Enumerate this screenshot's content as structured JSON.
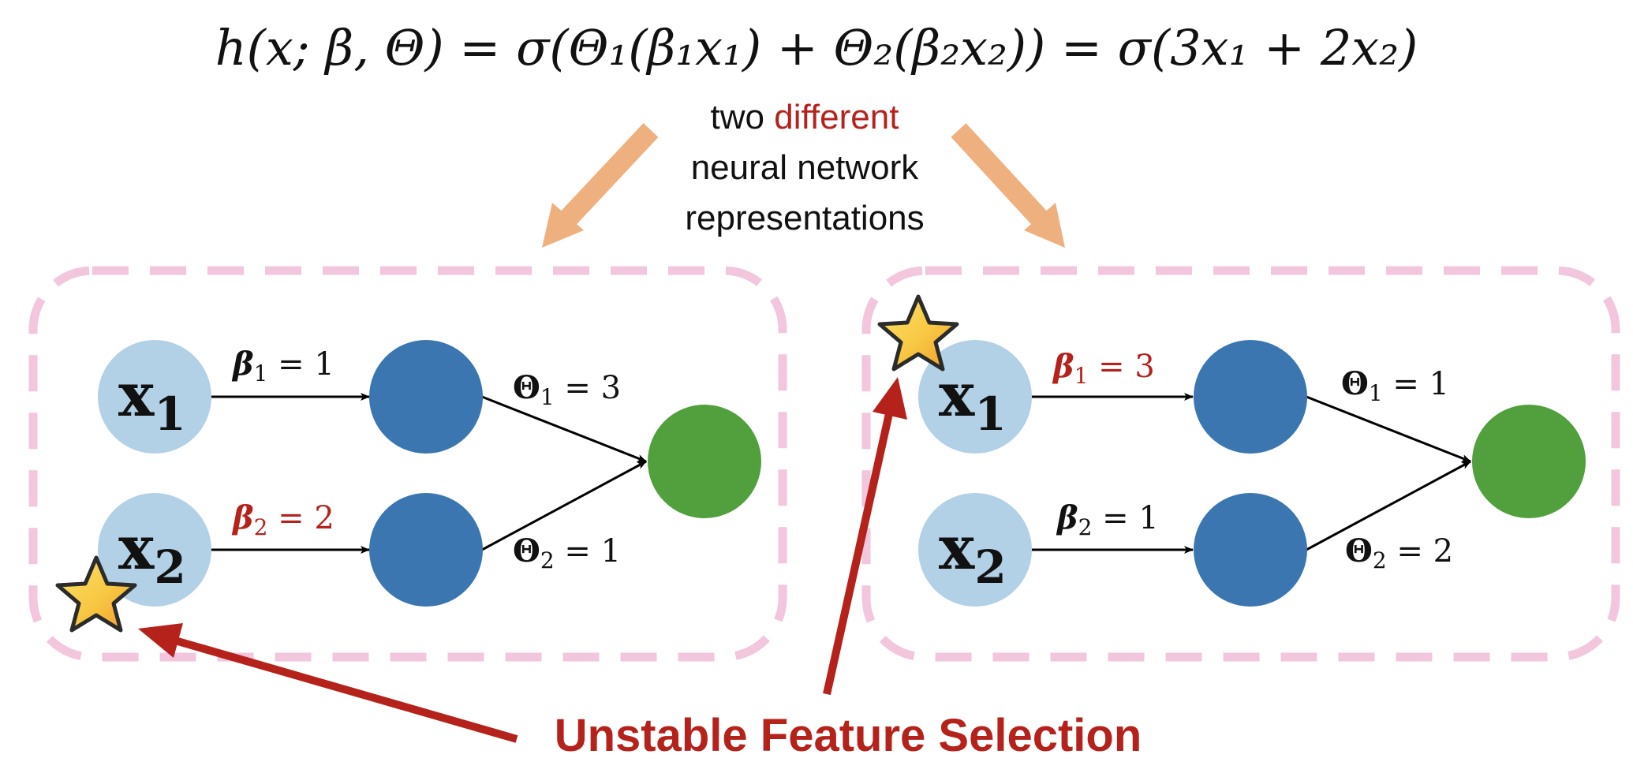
{
  "equation": {
    "lhs": "h(x; β, Θ)",
    "middle": "σ(Θ₁(β₁x₁) + Θ₂(β₂x₂))",
    "rhs": "σ(3x₁ + 2x₂)"
  },
  "caption": {
    "line1_prefix": "two ",
    "line1_emphasis": "different",
    "line2": "neural network",
    "line3": "representations"
  },
  "left_network": {
    "input1": "x",
    "input1_sub": "1",
    "input2": "x",
    "input2_sub": "2",
    "beta1": {
      "symbol": "β",
      "sub": "1",
      "rest": " = 1"
    },
    "beta2": {
      "symbol": "β",
      "sub": "2",
      "rest": " = 2"
    },
    "theta1": {
      "symbol": "Θ",
      "sub": "1",
      "rest": " = 3"
    },
    "theta2": {
      "symbol": "Θ",
      "sub": "2",
      "rest": " = 1"
    }
  },
  "right_network": {
    "input1": "x",
    "input1_sub": "1",
    "input2": "x",
    "input2_sub": "2",
    "beta1": {
      "symbol": "β",
      "sub": "1",
      "rest": " = 3"
    },
    "beta2": {
      "symbol": "β",
      "sub": "2",
      "rest": " = 1"
    },
    "theta1": {
      "symbol": "Θ",
      "sub": "1",
      "rest": " = 1"
    },
    "theta2": {
      "symbol": "Θ",
      "sub": "2",
      "rest": " = 2"
    }
  },
  "bottom_label": "Unstable Feature Selection",
  "colors": {
    "input_node": "#b2d0e6",
    "hidden_node": "#3b76b0",
    "output_node": "#519f3d",
    "highlight_red": "#b5221c",
    "orange_arrow": "#efb080",
    "dashed_border": "#f2c6dd",
    "star_fill": "#f7c843"
  }
}
